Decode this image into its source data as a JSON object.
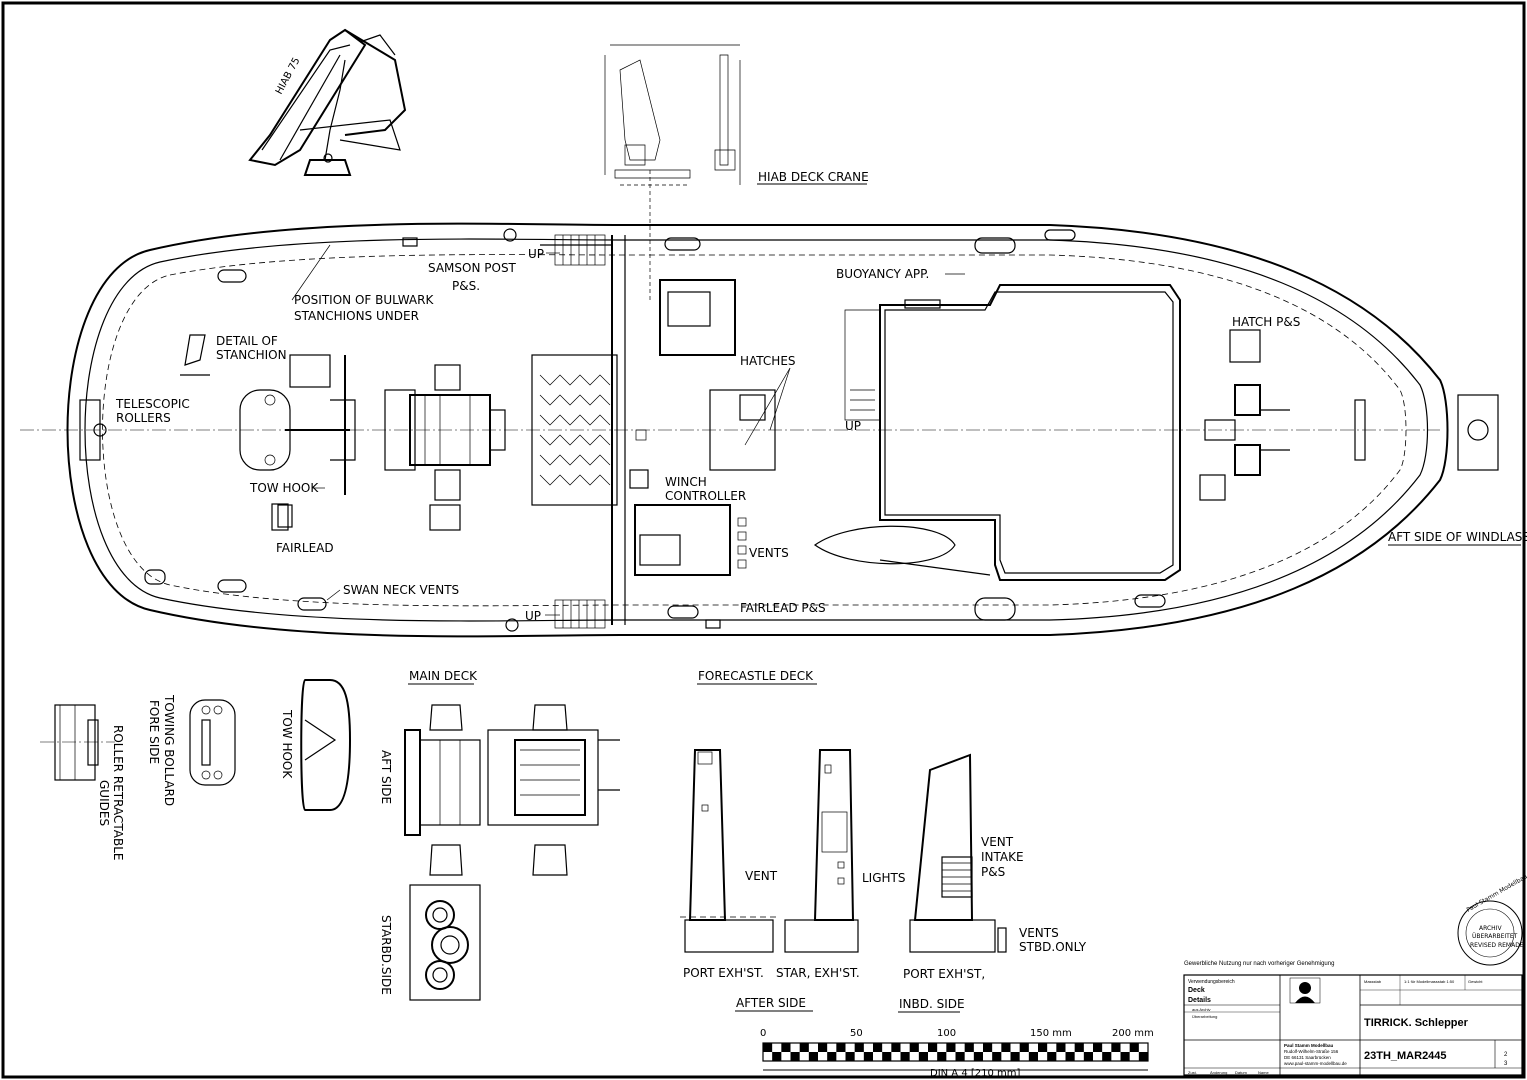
{
  "labels": {
    "hiab_deck_crane": "HIAB DECK CRANE",
    "samson_post": "SAMSON POST",
    "samson_post_ps": "P&S.",
    "up_top": "UP",
    "up_bottom": "UP",
    "up_house": "UP",
    "position_bulwark_1": "POSITION OF BULWARK",
    "position_bulwark_2": "STANCHIONS UNDER",
    "detail_of": "DETAIL OF",
    "stanchion": "STANCHION",
    "telescopic": "TELESCOPIC",
    "rollers": "ROLLERS",
    "tow_hook": "TOW HOOK",
    "fairlead": "FAIRLEAD",
    "swan_neck_vents": "SWAN NECK VENTS",
    "buoyancy_app": "BUOYANCY   APP.",
    "hatches": "HATCHES",
    "hatch_ps": "HATCH P&S",
    "winch": "WINCH",
    "controller": "CONTROLLER",
    "vents": "VENTS",
    "fairlead_ps": "FAIRLEAD P&S",
    "aft_side_windlass": "AFT SIDE OF WINDLASS",
    "main_deck": "MAIN DECK",
    "forecastle_deck": "FORECASTLE  DECK",
    "roller_retractable": "ROLLER  RETRACTABLE",
    "guides": "GUIDES",
    "towing_bollard": "TOWING BOLLARD",
    "fore_side": "FORE SIDE",
    "tow_hook_vertical": "TOW HOOK",
    "aft_side": "AFT SIDE",
    "starbd_side": "STARBD.SIDE",
    "vent": "VENT",
    "lights": "LIGHTS",
    "vent_intake_1": "VENT",
    "vent_intake_2": "INTAKE",
    "vent_intake_3": "P&S",
    "vents_stbd_1": "VENTS",
    "vents_stbd_2": "STBD.ONLY",
    "port_exhst": "PORT EXH'ST.",
    "star_exhst": "STAR, EXH'ST.",
    "port_exhst_2": "PORT EXH'ST,",
    "after_side": "AFTER SIDE",
    "inbd_side": "INBD. SIDE"
  },
  "scale_bar": {
    "ticks": [
      "0",
      "50",
      "100",
      "150 mm",
      "200 mm"
    ],
    "caption": "DIN A 4 [210 mm]"
  },
  "title_block": {
    "notice": "Gewerbliche Nutzung nur nach vorheriger Genehmigung",
    "field_area_label": "Verwendungsbereich",
    "area_1": "Deck",
    "area_2": "Details",
    "scale_label": "Massstab",
    "scale_value": "1:1 für Modellmassstab 1:50",
    "weight_label": "Gewicht",
    "rev_1": "aus Archiv",
    "rev_2": "Überarbeitung",
    "title": "TIRRICK. Schlepper",
    "drawing_number": "23TH_MAR2445",
    "company_1": "Paul Stamm Modellbau",
    "company_2": "Rudolf-Wilhelm-Straße 156",
    "company_3": "DE 66131 Saarbrücken",
    "company_4": "www.paul-stamm-modellbau.de",
    "sheet": "2",
    "sheets": "3",
    "col_date": "Datum",
    "col_name": "Name",
    "col_change": "Änderung",
    "col_state": "Zust.",
    "stamp_top": "Paul Stamm Modellbau",
    "stamp_mid_1": "ARCHIV",
    "stamp_mid_2": "ÜBERARBEITET",
    "stamp_bottom": "REVISED REMADE"
  }
}
